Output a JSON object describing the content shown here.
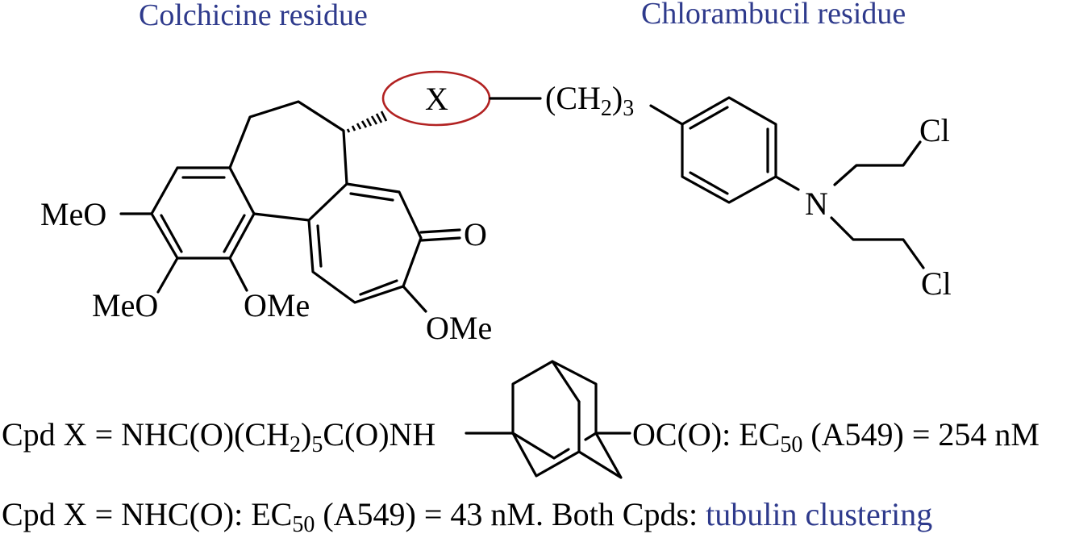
{
  "figure": {
    "labels": {
      "left_title": "Colchicine residue",
      "right_title": "Chlorambucil residue"
    },
    "colors": {
      "title": "#2e3a8c",
      "linker_ellipse": "#b22222",
      "bonds": "#000000"
    },
    "colchicine": {
      "substituents": {
        "meo_a": "MeO",
        "meo_b": "MeO",
        "ome_c": "OMe",
        "carbonyl_o": "O",
        "ome_trop": "OMe"
      }
    },
    "linker": {
      "label": "X"
    },
    "chlorambucil": {
      "chain": {
        "paren_open": "(CH",
        "sub_2": "2",
        "paren_close": ")",
        "sub_3": "3"
      },
      "nitrogen": "N",
      "cl_top": "Cl",
      "cl_bottom": "Cl"
    },
    "compounds": [
      {
        "prefix": "Cpd X = NHC(O)(CH",
        "sub1": "2",
        "mid": ")",
        "sub2": "5",
        "suffix": "C(O)NH",
        "after_adamantane": "OC(O): EC",
        "ec_sub": "50",
        "assay": " (A549) = 254 nM"
      },
      {
        "prefix": "Cpd X = NHC(O): EC",
        "ec_sub": "50",
        "assay": " (A549) = 43 nM. Both Cpds: ",
        "highlight": "tubulin clustering"
      }
    ]
  }
}
